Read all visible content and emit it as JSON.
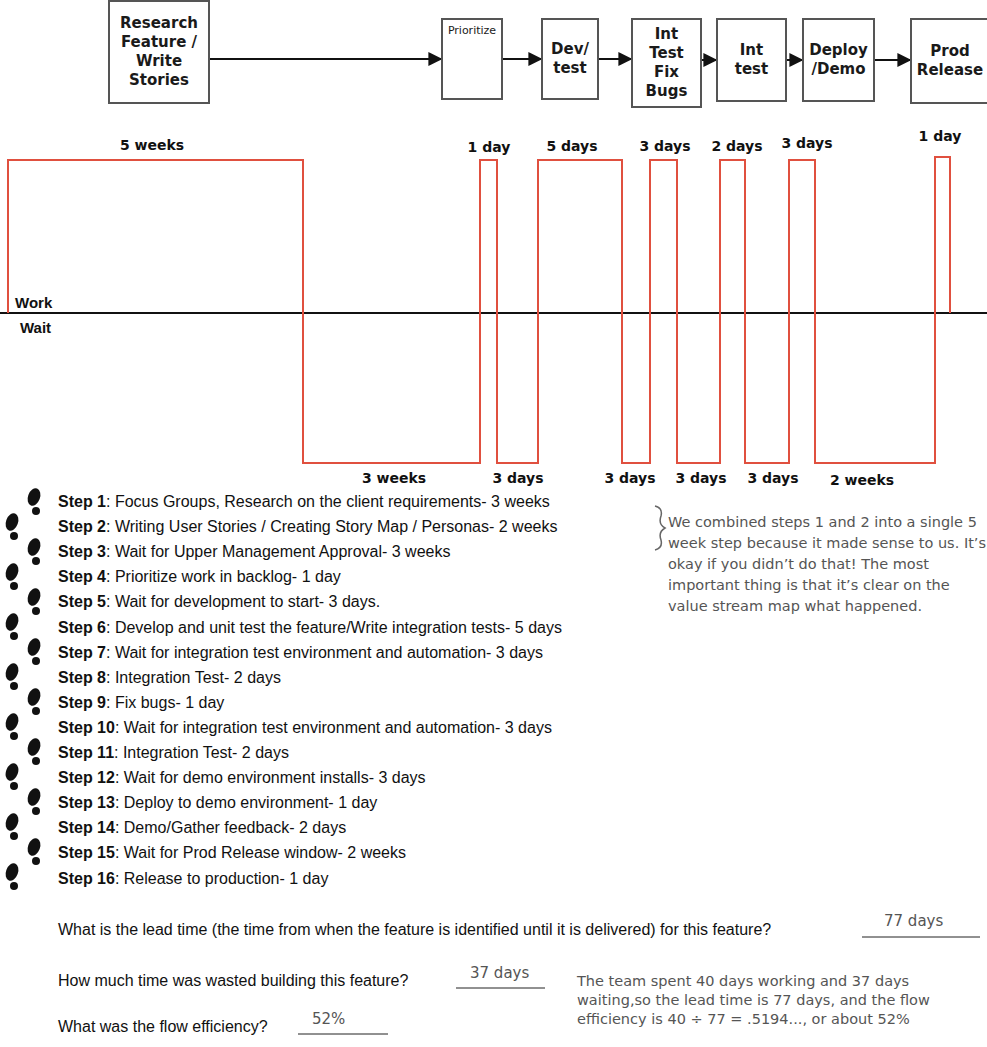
{
  "diagram": {
    "nodes": [
      {
        "text": [
          "Research Feature / Write Stories"
        ]
      },
      {
        "text": [
          "Prioritize"
        ]
      },
      {
        "text": [
          "Dev/ test"
        ]
      },
      {
        "text": [
          "Int Test Fix Bugs"
        ]
      },
      {
        "text": [
          "Int test"
        ]
      },
      {
        "text": [
          "Deploy /Demo"
        ]
      },
      {
        "text": [
          "Prod Release"
        ]
      }
    ],
    "edges": [
      {
        "from": 0,
        "to": 1,
        "arrow": "to"
      },
      {
        "from": 1,
        "to": 2,
        "arrow": "to"
      },
      {
        "from": 2,
        "to": 3,
        "arrow": "to"
      },
      {
        "from": 3,
        "to": 4,
        "arrow": "to"
      },
      {
        "from": 4,
        "to": 5,
        "arrow": "to"
      },
      {
        "from": 5,
        "to": 6,
        "arrow": "to"
      }
    ],
    "labels": [
      "5 weeks",
      "1 day",
      "5 days",
      "3 days",
      "2 days",
      "3 days",
      "1 day",
      "3 weeks",
      "3 days",
      "3 days",
      "3 days",
      "3 days",
      "2 weeks",
      "Work",
      "Wait",
      "Step 1",
      ": Focus Groups, Research on the client requirements- 3 weeks",
      "Step 2",
      ": Writing User Stories / Creating Story Map / Personas- 2 weeks",
      "Step 3",
      ": Wait for Upper Management Approval- 3 weeks",
      "Step 4",
      ": Prioritize work in backlog- 1 day",
      "Step 5",
      ": Wait for development to start- 3 days.",
      "Step 6",
      ": Develop and unit test the feature/Write integration tests- 5 days",
      "Step 7",
      ": Wait for integration test environment and automation- 3 days",
      "Step 8",
      ": Integration Test- 2 days",
      "Step 9",
      ": Fix bugs- 1 day",
      "Step 10",
      ": Wait for integration test environment and automation- 3 days",
      "Step 11",
      ": Integration Test- 2 days",
      "Step 12",
      ": Wait for demo environment installs- 3 days",
      "Step 13",
      ": Deploy to demo environment- 1 day",
      "Step 14",
      ": Demo/Gather feedback- 2 days",
      "Step 15",
      ": Wait for Prod Release window- 2 weeks",
      "Step 16",
      ": Release to production- 1 day",
      "We combined steps 1 and 2 into a single 5 week step because it made sense to us. It’s okay if you didn’t do that! The most important thing is that it’s clear on the value stream map what happened.",
      "What is the lead time (the time from when the feature is identified until it is delivered) for this feature?",
      "77 days",
      "How much time was wasted building this feature?",
      "37 days",
      "What was the flow efficiency?",
      "52%",
      "The team spent 40 days working and 37 days waiting,so the lead time is 77 days, and the flow efficiency is 40 ÷ 77 = .5194..., or about 52%"
    ]
  }
}
